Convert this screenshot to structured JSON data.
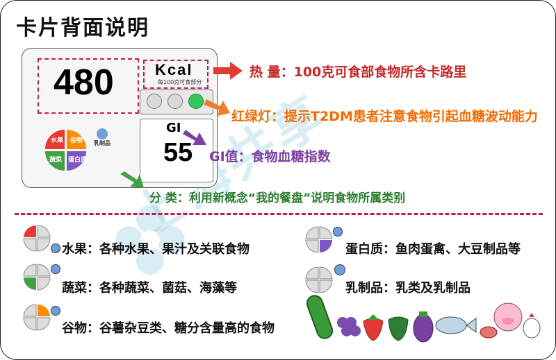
{
  "title": "卡片背面说明",
  "card": {
    "kcal_value": "480",
    "kcal_unit": "Kcal",
    "kcal_sub": "每100克可食部分",
    "gi_label": "GI",
    "gi_value": "55",
    "plate_labels": {
      "fruit": "水果",
      "grain": "谷物",
      "dairy": "乳制品",
      "veg": "蔬菜",
      "protein": "蛋白质"
    }
  },
  "descriptions": {
    "heat": "热 量：100克可食部食物所含卡路里",
    "lights": "红绿灯：提示T2DM患者注意食物引起血糖波动能力",
    "gi": "GI值：食物血糖指数",
    "category": "分 类：利用新概念“我的餐盘”说明食物所属类别"
  },
  "legend": [
    {
      "text": "水果：各种水果、果汁及关联食物"
    },
    {
      "text": "蔬菜：各种蔬菜、菌菇、海藻等"
    },
    {
      "text": "谷物：谷薯杂豆类、糖分含量高的食物"
    },
    {
      "text": "蛋白质：鱼肉蛋禽、大豆制品等"
    },
    {
      "text": "乳制品：乳类及乳制品"
    }
  ],
  "watermark": "上海共享",
  "colors": {
    "fruit": "#e53935",
    "veg": "#43a047",
    "grain": "#fb8c00",
    "protein": "#7e57c2",
    "dairy": "#6f9fd8",
    "accent_dash": "#c2185b",
    "arrow_heat": "#e53935",
    "arrow_lights": "#ef7d32",
    "arrow_gi": "#7b3fa0",
    "arrow_category": "#43a047",
    "text_heat": "#c62828",
    "text_lights": "#ef6c00",
    "text_gi": "#7b3fa0",
    "text_category": "#2e7d32"
  }
}
